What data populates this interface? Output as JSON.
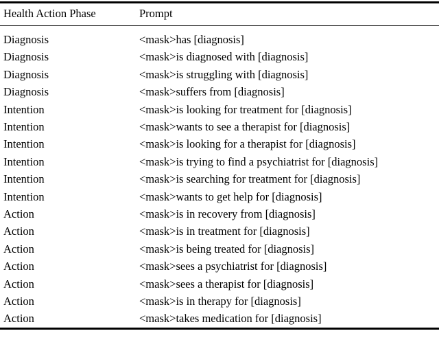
{
  "table": {
    "columns": [
      {
        "key": "phase",
        "header": "Health Action Phase"
      },
      {
        "key": "prompt",
        "header": "Prompt"
      }
    ],
    "rows": [
      {
        "phase": "Diagnosis",
        "prompt": "<mask>has [diagnosis]"
      },
      {
        "phase": "Diagnosis",
        "prompt": "<mask>is diagnosed with [diagnosis]"
      },
      {
        "phase": "Diagnosis",
        "prompt": "<mask>is struggling with [diagnosis]"
      },
      {
        "phase": "Diagnosis",
        "prompt": "<mask>suffers from [diagnosis]"
      },
      {
        "phase": "Intention",
        "prompt": "<mask>is looking for treatment for [diagnosis]"
      },
      {
        "phase": "Intention",
        "prompt": "<mask>wants to see a therapist for [diagnosis]"
      },
      {
        "phase": "Intention",
        "prompt": "<mask>is looking for a therapist for [diagnosis]"
      },
      {
        "phase": "Intention",
        "prompt": "<mask>is trying to find a psychiatrist for [diagnosis]"
      },
      {
        "phase": "Intention",
        "prompt": "<mask>is searching for treatment for [diagnosis]"
      },
      {
        "phase": "Intention",
        "prompt": "<mask>wants to get help for [diagnosis]"
      },
      {
        "phase": "Action",
        "prompt": "<mask>is in recovery from [diagnosis]"
      },
      {
        "phase": "Action",
        "prompt": "<mask>is in treatment for [diagnosis]"
      },
      {
        "phase": "Action",
        "prompt": "<mask>is being treated for [diagnosis]"
      },
      {
        "phase": "Action",
        "prompt": "<mask>sees a psychiatrist for [diagnosis]"
      },
      {
        "phase": "Action",
        "prompt": "<mask>sees a therapist for [diagnosis]"
      },
      {
        "phase": "Action",
        "prompt": "<mask>is in therapy for [diagnosis]"
      },
      {
        "phase": "Action",
        "prompt": "<mask>takes medication for [diagnosis]"
      }
    ]
  },
  "style": {
    "text_color": "#000000",
    "background_color": "#ffffff",
    "rule_color": "#000000"
  }
}
